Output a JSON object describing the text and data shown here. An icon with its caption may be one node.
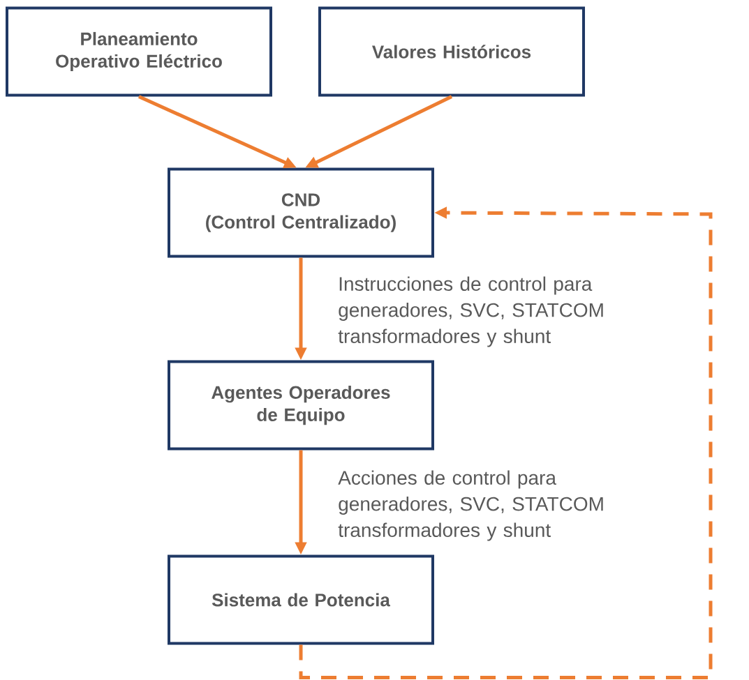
{
  "diagram": {
    "nodes": [
      {
        "text": [
          "Planeamiento Operativo Eléctrico"
        ]
      },
      {
        "text": [
          "Valores Históricos"
        ]
      },
      {
        "text": [
          "CND",
          "(Control Centralizado)"
        ]
      },
      {
        "text": [
          "Agentes Operadores de Equipo"
        ]
      },
      {
        "text": [
          "Sistema de Potencia"
        ]
      }
    ],
    "edges": [
      {
        "from": 0,
        "to": 2,
        "arrow": "to"
      },
      {
        "from": 1,
        "to": 2,
        "arrow": "to"
      },
      {
        "from": 2,
        "to": 3,
        "arrow": "to",
        "label": "Instrucciones de control para generadores, SVC, STATCOM transformadores y shunt"
      },
      {
        "from": 3,
        "to": 4,
        "arrow": "to",
        "label": "Acciones de control para generadores, SVC, STATCOM transformadores y shunt"
      },
      {
        "from": 4,
        "to": 2,
        "arrow": "to",
        "style": "dashed"
      }
    ]
  }
}
